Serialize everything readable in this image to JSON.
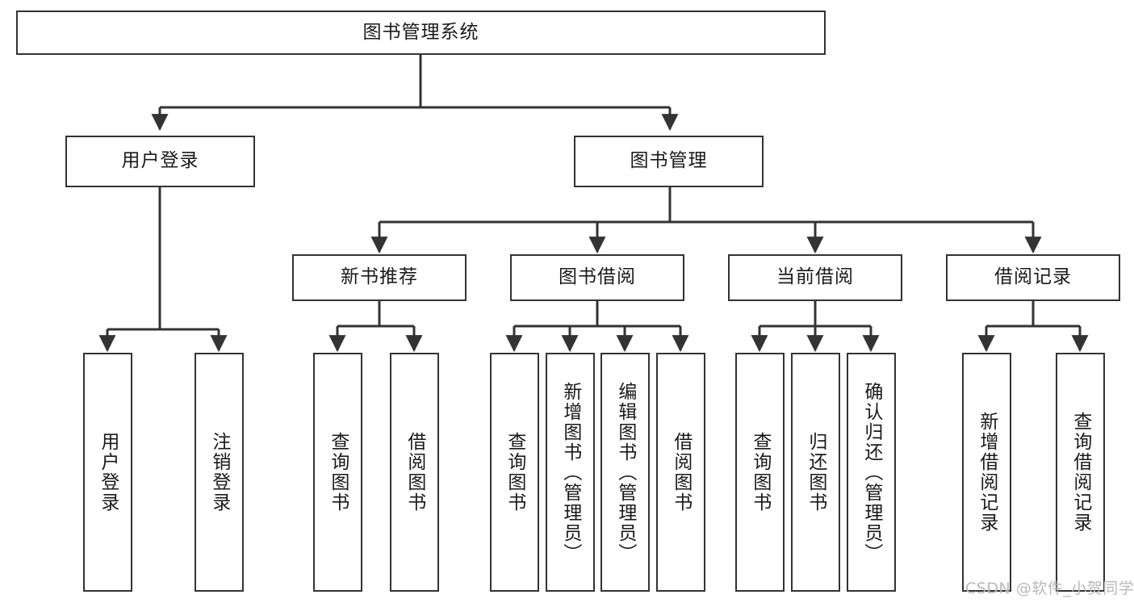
{
  "diagram": {
    "type": "tree",
    "title": "图书管理系统",
    "root": {
      "label": "图书管理系统"
    },
    "level2": [
      {
        "label": "用户登录"
      },
      {
        "label": "图书管理"
      }
    ],
    "level3": [
      {
        "label": "新书推荐"
      },
      {
        "label": "图书借阅"
      },
      {
        "label": "当前借阅"
      },
      {
        "label": "借阅记录"
      }
    ],
    "leaves": {
      "user_login": [
        {
          "label": "用户登录"
        },
        {
          "label": "注销登录"
        }
      ],
      "new_book_recommend": [
        {
          "label": "查询图书"
        },
        {
          "label": "借阅图书"
        }
      ],
      "book_borrow": [
        {
          "label": "查询图书"
        },
        {
          "label": "新增图书（管理员）"
        },
        {
          "label": "编辑图书（管理员）"
        },
        {
          "label": "借阅图书"
        }
      ],
      "current_borrow": [
        {
          "label": "查询图书"
        },
        {
          "label": "归还图书"
        },
        {
          "label": "确认归还（管理员）"
        }
      ],
      "borrow_record": [
        {
          "label": "新增借阅记录"
        },
        {
          "label": "查询借阅记录"
        }
      ]
    }
  },
  "watermark": {
    "text": "CSDN @软件_小贺同学"
  },
  "colors": {
    "border": "#333333",
    "background": "#ffffff",
    "text": "#1a1a1a",
    "watermark": "#b9b9b9"
  }
}
